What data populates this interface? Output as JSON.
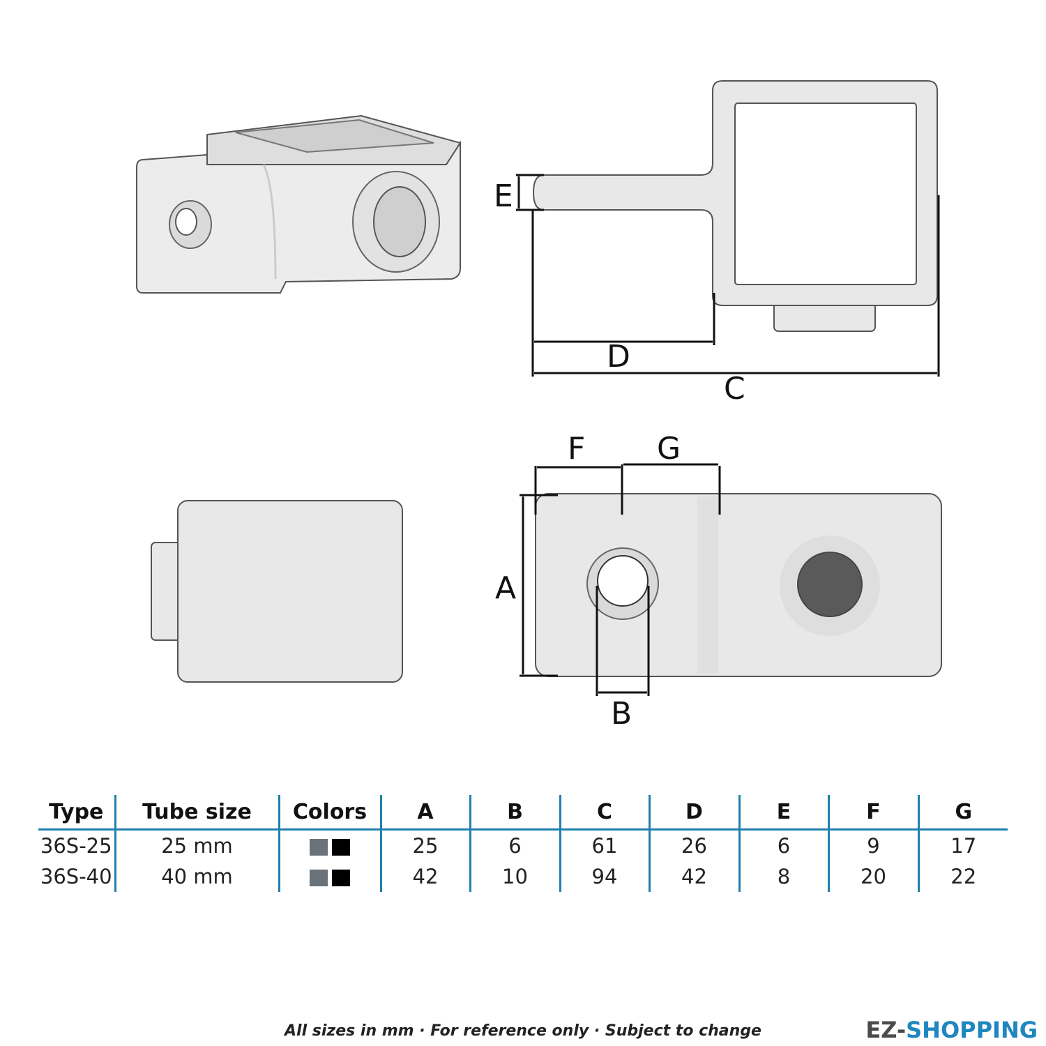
{
  "dimension_labels": {
    "A": "A",
    "B": "B",
    "C": "C",
    "D": "D",
    "E": "E",
    "F": "F",
    "G": "G"
  },
  "table": {
    "headers": [
      "Type",
      "Tube size",
      "Colors",
      "A",
      "B",
      "C",
      "D",
      "E",
      "F",
      "G"
    ],
    "rows": [
      {
        "type": "36S-25",
        "tube_size": "25 mm",
        "colors": [
          "#6b737a",
          "#000000"
        ],
        "A": "25",
        "B": "6",
        "C": "61",
        "D": "26",
        "E": "6",
        "F": "9",
        "G": "17"
      },
      {
        "type": "36S-40",
        "tube_size": "40 mm",
        "colors": [
          "#6b737a",
          "#000000"
        ],
        "A": "42",
        "B": "10",
        "C": "94",
        "D": "42",
        "E": "8",
        "F": "20",
        "G": "22"
      }
    ],
    "accent_color": "#1f7fb0"
  },
  "footer": {
    "note": "All sizes in mm · For reference only · Subject to change"
  },
  "brand": {
    "part1": "EZ-",
    "part2": "SHOPPING",
    "color1": "#4a4a4a",
    "color2": "#1f86c0"
  }
}
